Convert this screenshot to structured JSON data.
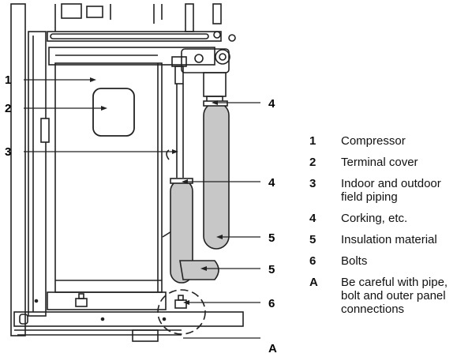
{
  "callouts": [
    "1",
    "2",
    "3",
    "4",
    "4",
    "5",
    "5",
    "6",
    "A"
  ],
  "legend": [
    {
      "key": "1",
      "text": "Compressor"
    },
    {
      "key": "2",
      "text": "Terminal cover"
    },
    {
      "key": "3",
      "text": "Indoor and outdoor\nfield piping"
    },
    {
      "key": "4",
      "text": "Corking, etc."
    },
    {
      "key": "5",
      "text": "Insulation material"
    },
    {
      "key": "6",
      "text": "Bolts"
    },
    {
      "key": "A",
      "text": "Be careful with pipe,\nbolt and outer panel\nconnections"
    }
  ]
}
